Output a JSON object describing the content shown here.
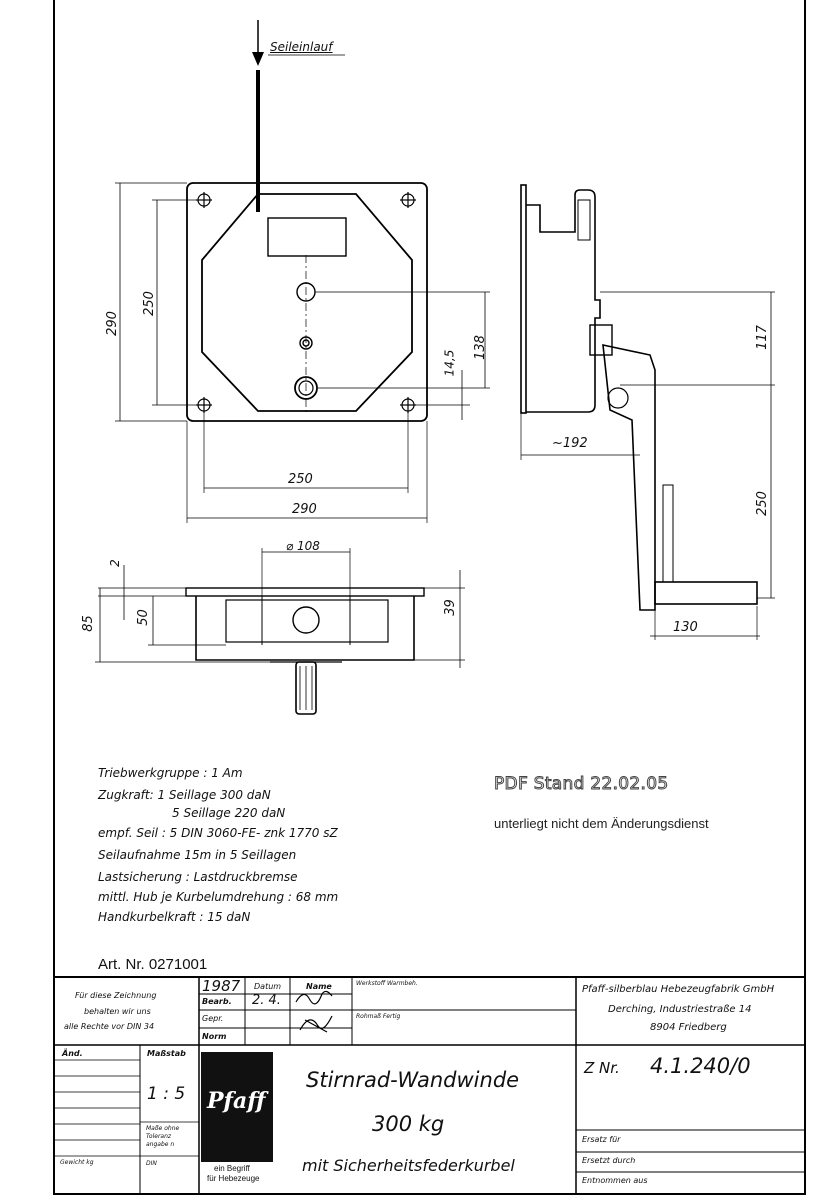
{
  "drawing": {
    "rope_inlet_label": "Seileinlauf",
    "front_view": {
      "dim_290_vert": "290",
      "dim_250_vert": "250",
      "dim_250_horiz": "250",
      "dim_290_horiz": "290",
      "dim_14_5": "14,5",
      "dim_138": "138"
    },
    "side_view": {
      "dim_117": "117",
      "dim_192": "~192",
      "dim_250": "250",
      "dim_130": "130"
    },
    "bottom_view": {
      "dim_108": "⌀ 108",
      "dim_2": "2",
      "dim_85": "85",
      "dim_50": "50",
      "dim_39": "39"
    }
  },
  "specs": [
    "Triebwerkgruppe : 1 Am",
    "Zugkraft: 1 Seillage        300  daN",
    "5 Seillage        220  daN",
    "empf. Seil :  5 DIN  3060-FE- znk  1770  sZ",
    "Seilaufnahme   15m in 5 Seillagen",
    "Lastsicherung : Lastdruckbremse",
    "mittl. Hub je Kurbelumdrehung : 68  mm",
    "Handkurbelkraft :  15  daN"
  ],
  "stamp": {
    "pdf_stand": "PDF Stand 22.02.05",
    "notice": "unterliegt nicht dem Änderungsdienst"
  },
  "art_nr": "Art. Nr. 0271001",
  "title_block": {
    "rights": [
      "Für diese Zeichnung",
      "behalten wir uns",
      "alle Rechte vor  DIN 34"
    ],
    "year": "1987",
    "col_datum": "Datum",
    "col_name": "Name",
    "row_bearb": "Bearb.",
    "row_gepr": "Gepr.",
    "row_norm": "Norm",
    "bearb_date": "2. 4.",
    "werkstoff": "Werkstoff   Warmbeh.",
    "rohmass": "Rohmaß   Fertig",
    "aend": "Änd.",
    "massstab_label": "Maßstab",
    "massstab": "1 : 5",
    "tolerance_note": [
      "Maße ohne",
      "Toleranz",
      "angabe n",
      "DIN"
    ],
    "gewicht": "Gewicht kg",
    "logo_text": "Pfaff",
    "logo_caption": [
      "ein Begriff",
      "für Hebezeuge"
    ],
    "title_1": "Stirnrad-Wandwinde",
    "title_2": "300 kg",
    "title_3": "mit   Sicherheitsfederkurbel",
    "company": [
      "Pfaff-silberblau Hebezeugfabrik GmbH",
      "Derching, Industriestraße 14",
      "8904 Friedberg"
    ],
    "znr_label": "Z Nr.",
    "znr": "4.1.240/0",
    "ersatz_fuer": "Ersatz für",
    "ersetzt_durch": "Ersetzt durch",
    "entnommen": "Entnommen aus"
  }
}
